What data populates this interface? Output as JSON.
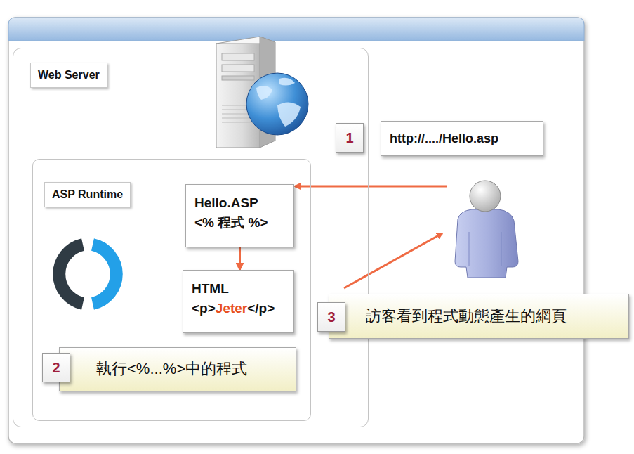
{
  "diagram": {
    "nodes": [
      {
        "text": [
          "Web Server"
        ]
      },
      {
        "text": [
          "ASP Runtime"
        ],
        "in": 0
      },
      {
        "text": [
          "Hello.ASP",
          "<% 程式 %>"
        ],
        "in": 1
      },
      {
        "text": [
          "HTML",
          "<p>",
          "Jeter",
          "</p>"
        ],
        "in": 1
      },
      {
        "text": [
          "執行<%...%>中的程式"
        ],
        "in": 1
      },
      {
        "text": [
          "http://..../Hello.asp"
        ]
      },
      {
        "text": [
          "訪客看到程式動態產生的網頁"
        ]
      }
    ],
    "edges": [
      {
        "from": 2,
        "to": 3,
        "arrow": "to"
      }
    ],
    "labels": [
      "1",
      "2",
      "3"
    ]
  }
}
